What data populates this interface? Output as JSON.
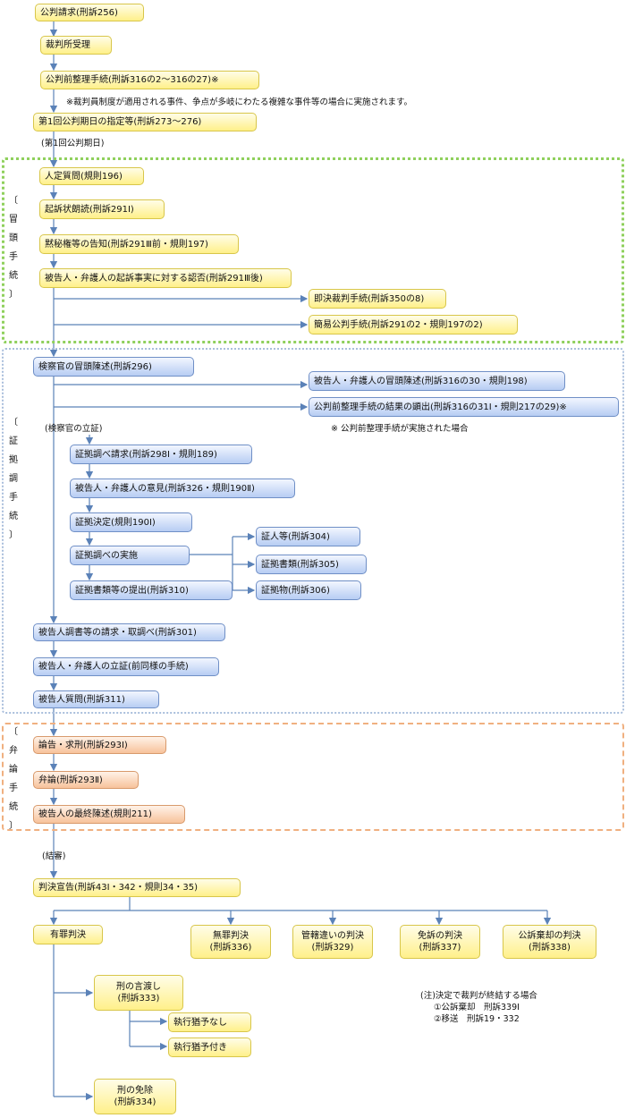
{
  "boxes": {
    "kouhan_seikyu": "公判請求(刑訴256)",
    "saibansho_juri": "裁判所受理",
    "kouhanzen_seiri": "公判前整理手続(刑訴316の2〜316の27)※",
    "dai1_shitei": "第1回公判期日の指定等(刑訴273〜276)",
    "jintei": "人定質問(規則196)",
    "kiso_jo": "起訴状朗読(刑訴291Ⅰ)",
    "mokuhi": "黙秘権等の告知(刑訴291Ⅲ前・規則197)",
    "ninpi": "被告人・弁護人の起訴事実に対する認否(刑訴291Ⅲ後)",
    "sokketsu": "即決裁判手続(刑訴350の8)",
    "kan_i": "簡易公判手続(刑訴291の2・規則197の2)",
    "boto_chinjutsu": "検察官の冒頭陳述(刑訴296)",
    "bengo_boto": "被告人・弁護人の冒頭陳述(刑訴316の30・規則198)",
    "seiri_kekka": "公判前整理手続の結果の顕出(刑訴316の31Ⅰ・規則217の29)※",
    "shoko_seikyu": "証拠調べ請求(刑訴298Ⅰ・規則189)",
    "iken": "被告人・弁護人の意見(刑訴326・規則190Ⅱ)",
    "shoko_kettei": "証拠決定(規則190Ⅰ)",
    "shoko_jisshi": "証拠調べの実施",
    "shoko_shorui_teishutsu": "証拠書類等の提出(刑訴310)",
    "shonin": "証人等(刑訴304)",
    "shoko_shorui": "証拠書類(刑訴305)",
    "shokobutsu": "証拠物(刑訴306)",
    "hikoku_chosho": "被告人調書等の請求・取調べ(刑訴301)",
    "hikoku_risshou": "被告人・弁護人の立証(前同様の手続)",
    "hikoku_shitsumon": "被告人質問(刑訴311)",
    "ronkoku": "論告・求刑(刑訴293Ⅰ)",
    "benron": "弁論(刑訴293Ⅱ)",
    "saishu_chinjutsu": "被告人の最終陳述(規則211)",
    "hanketsu_sengen": "判決宣告(刑訴43Ⅰ・342・規則34・35)",
    "yuzai": "有罪判決",
    "muzai": "無罪判決\n(刑訴336)",
    "kankatsu": "管轄違いの判決\n(刑訴329)",
    "menso": "免訴の判決\n(刑訴337)",
    "kikyaku": "公訴棄却の判決\n(刑訴338)",
    "kei_iwatashi": "刑の言渡し\n(刑訴333)",
    "yuyo_nashi": "執行猶予なし",
    "yuyo_tsuki": "執行猶予付き",
    "kei_menjo": "刑の免除\n(刑訴334)"
  },
  "notes": {
    "saibanin": "※裁判員制度が適用される事件、争点が多岐にわたる複雑な事件等の場合に実施されます。",
    "dai1_kijitsu": "(第1回公判期日)",
    "kensatsu_risshou": "(検察官の立証)",
    "seiri_jisshi": "※ 公判前整理手続が実施された場合",
    "kesshin": "(結審)",
    "chu_title": "(注)決定で裁判が終結する場合",
    "chu_1": "①公訴棄却　刑訴339Ⅰ",
    "chu_2": "②移送　刑訴19・332"
  },
  "sections": {
    "boto": "〔\n冒\n頭\n手\n続\n〕",
    "shoko": "〔\n証\n拠\n調\n手\n続\n〕",
    "benron": "〔\n弁\n論\n手\n続\n〕"
  },
  "colors": {
    "yellow": "#fff08a",
    "blue": "#b7cdf3",
    "orange": "#f7c29b",
    "green_frame": "#8fd05c",
    "blue_frame": "#a9bedc",
    "orange_frame": "#f0b080",
    "wire": "#5b82b8"
  }
}
